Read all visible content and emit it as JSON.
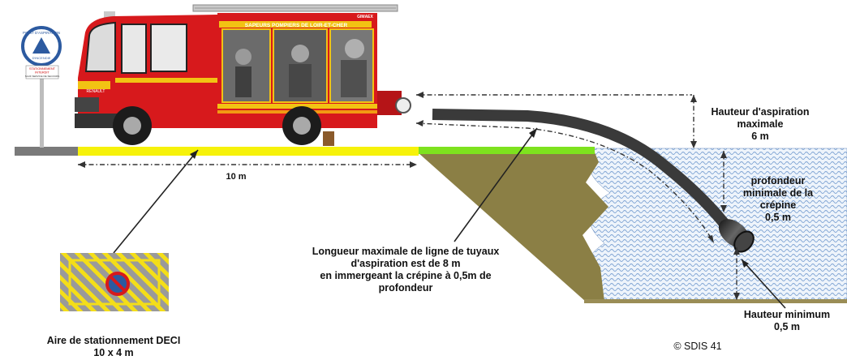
{
  "diagram": {
    "sign": {
      "title_lines": [
        "POINT D'ASPIRATION",
        "D'INCENDIE"
      ],
      "plate_lines": [
        "STATIONNEMENT",
        "INTERDIT",
        "SAUF SERVICE DE SECOURS"
      ]
    },
    "truck": {
      "brand": "RENAULT",
      "body_text": "SAPEURS POMPIERS DE LOIR-ET-CHER",
      "maker": "GIMAEX"
    },
    "parking_length": "10 m",
    "parking_area": {
      "lines": [
        "Aire de stationnement DECI",
        "10 x 4 m"
      ]
    },
    "hose_length": {
      "lines": [
        "Longueur maximale de ligne de tuyaux",
        "d'aspiration est de 8 m",
        "en immergeant la crépine à 0,5m de",
        "profondeur"
      ]
    },
    "max_suction_height": {
      "lines": [
        "Hauteur d'aspiration",
        "maximale",
        "6 m"
      ]
    },
    "strainer_depth": {
      "lines": [
        "profondeur",
        "minimale de la",
        "crépine",
        "0,5 m"
      ]
    },
    "min_height": {
      "lines": [
        "Hauteur minimum",
        "0,5 m"
      ]
    },
    "copyright": "© SDIS 41",
    "colors": {
      "truck_red": "#d7191c",
      "stripe_yellow": "#f2c313",
      "road_yellow": "#f6f20a",
      "grass_green": "#7ee21e",
      "earth": "#8b7f45",
      "water": "#a9c6e6",
      "hose": "#3a3a3a"
    }
  }
}
